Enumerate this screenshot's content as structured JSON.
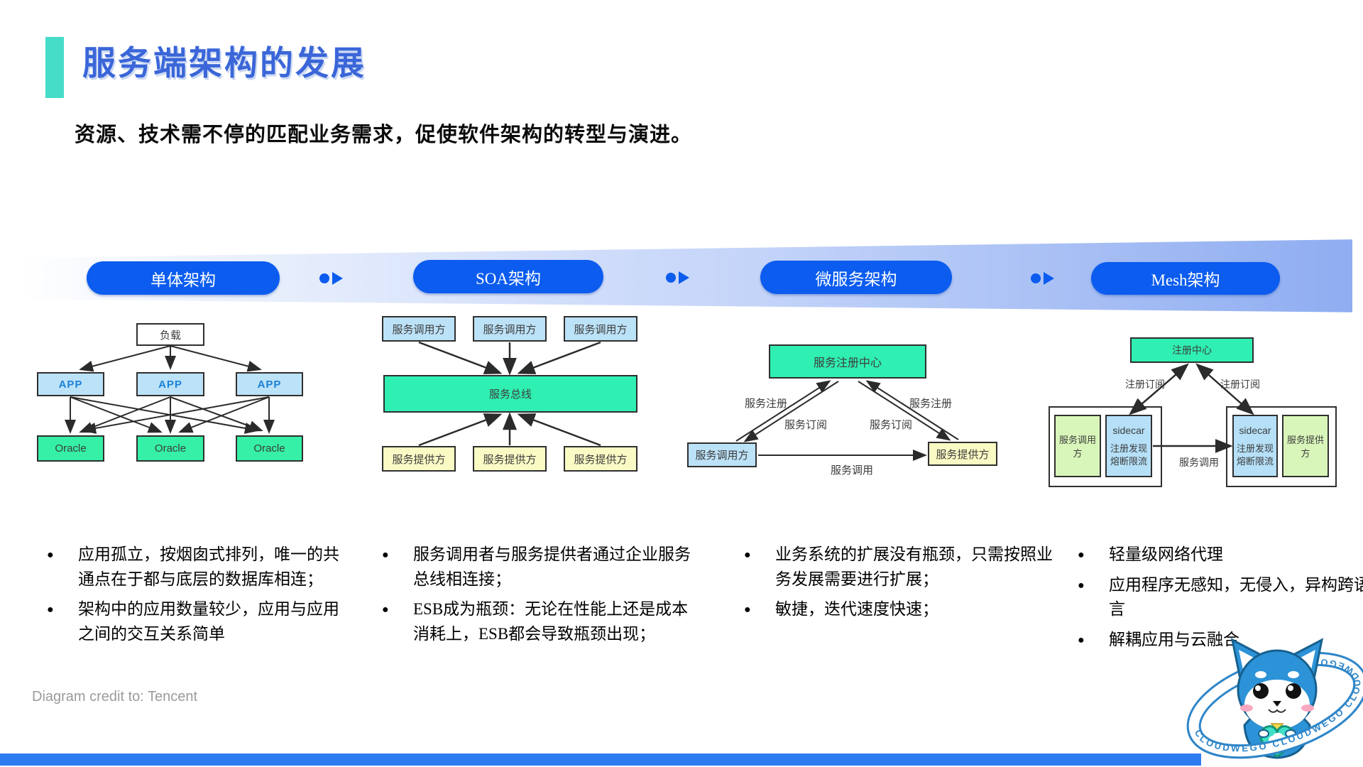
{
  "header": {
    "title": "服务端架构的发展",
    "subtitle": "资源、技术需不停的匹配业务需求，促使软件架构的转型与演进。"
  },
  "timeline": {
    "stages": [
      "单体架构",
      "SOA架构",
      "微服务架构",
      "Mesh架构"
    ]
  },
  "diagrams": {
    "monolith": {
      "load": "负载",
      "app": "APP",
      "db": "Oracle"
    },
    "soa": {
      "consumer": "服务调用方",
      "bus": "服务总线",
      "provider": "服务提供方"
    },
    "microservice": {
      "registry": "服务注册中心",
      "consumer": "服务调用方",
      "provider": "服务提供方",
      "label_register": "服务注册",
      "label_subscribe": "服务订阅",
      "label_invoke": "服务调用"
    },
    "mesh": {
      "registry": "注册中心",
      "consumer": "服务调用方",
      "provider": "服务提供方",
      "sidecar": "sidecar",
      "sidecar_line1": "注册发现",
      "sidecar_line2": "熔断限流",
      "label_reg_sub": "注册订阅",
      "label_invoke": "服务调用"
    }
  },
  "bullets": {
    "monolith": [
      "应用孤立，按烟囱式排列，唯一的共通点在于都与底层的数据库相连；",
      "架构中的应用数量较少，应用与应用之间的交互关系简单"
    ],
    "soa": [
      "服务调用者与服务提供者通过企业服务总线相连接；",
      "ESB成为瓶颈：无论在性能上还是成本消耗上，ESB都会导致瓶颈出现；"
    ],
    "microservice": [
      "业务系统的扩展没有瓶颈，只需按照业务发展需要进行扩展；",
      "敏捷，迭代速度快速；"
    ],
    "mesh": [
      "轻量级网络代理",
      "应用程序无感知，无侵入，异构跨语言",
      "解耦应用与云融合"
    ]
  },
  "footer": {
    "credit": "Diagram credit to: Tencent"
  },
  "mascot": {
    "ring_text": "CLOUDWEGO   CLOUDWEGO   CLOUDWEGO   CLOUDWEGO"
  },
  "colors": {
    "accent_teal": "#45dcc8",
    "title_blue": "#3a66d8",
    "pill_blue": "#0b5cef",
    "band_right_blue": "#8fadf1",
    "box_light_blue": "#bce2f8",
    "box_green": "#35f0a6",
    "box_teal_green": "#2fefb2",
    "box_yellow": "#fafac5",
    "box_lime": "#d9f6ba",
    "bottom_bar_blue": "#2e7cf2",
    "mascot_blue": "#2d93d8",
    "heart_teal": "#3fe0c5"
  }
}
